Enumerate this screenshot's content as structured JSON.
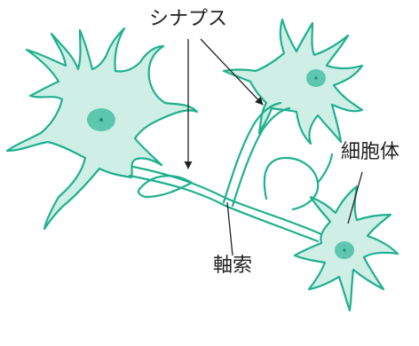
{
  "labels": {
    "synapse": "シナプス",
    "cell_body": "細胞体",
    "axon": "軸索"
  },
  "colors": {
    "cell_fill": "#cfeee6",
    "cell_outline": "#1fb08f",
    "nucleus": "#5cc7ae",
    "nucleolus": "#1f8c72",
    "leader_line": "#222222"
  }
}
